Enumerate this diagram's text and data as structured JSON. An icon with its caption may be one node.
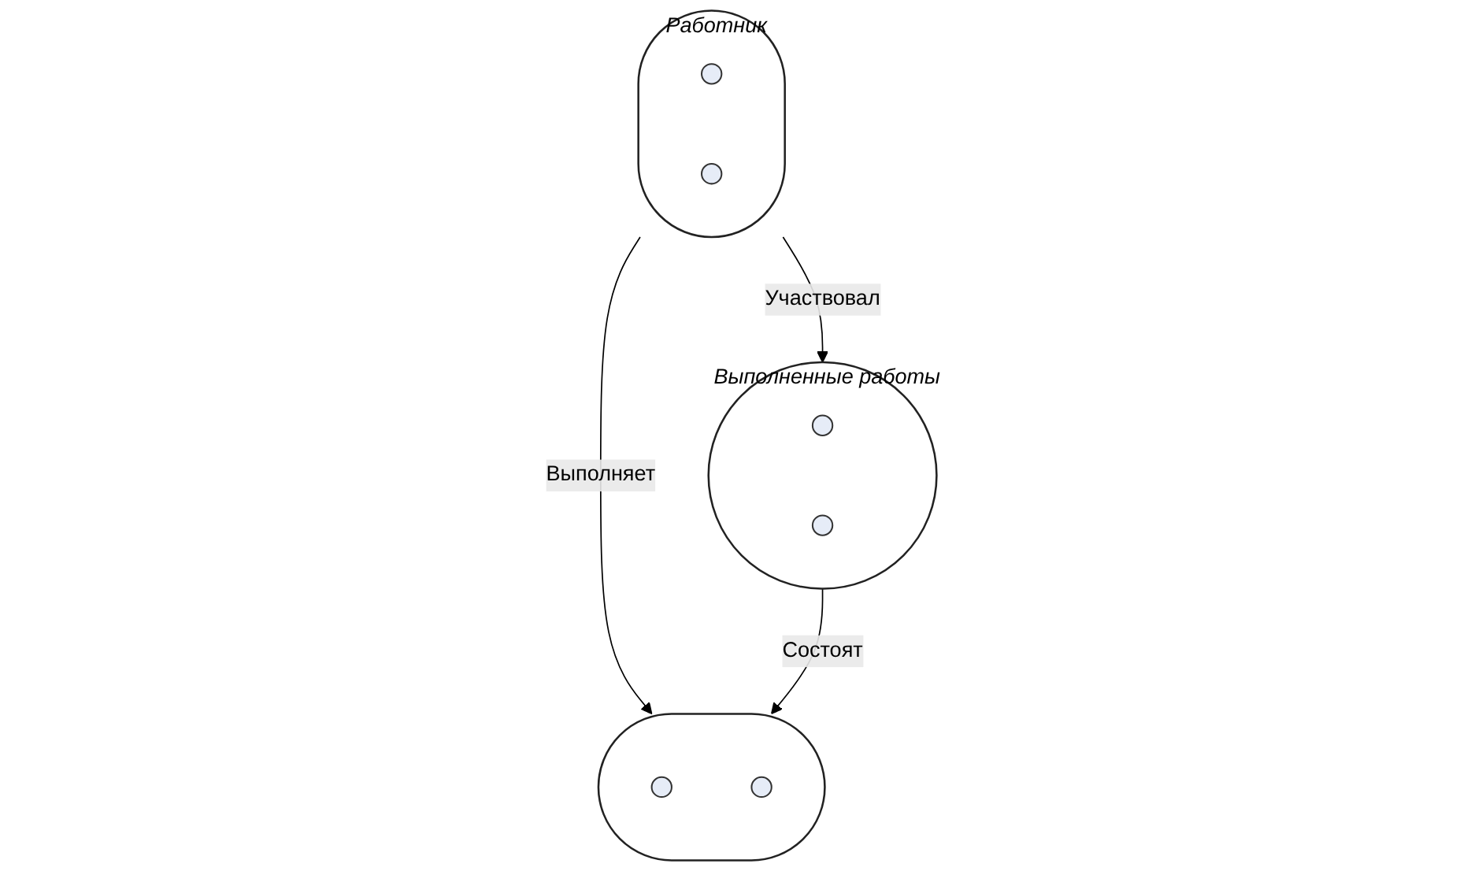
{
  "diagram": {
    "nodes": [
      {
        "text": [
          "Работник"
        ]
      },
      {
        "text": [],
        "shape": "circle",
        "in": 0
      },
      {
        "text": [],
        "shape": "circle",
        "in": 0
      },
      {
        "text": [
          "Выполненные работы"
        ]
      },
      {
        "text": [],
        "shape": "circle",
        "in": 3
      },
      {
        "text": [],
        "shape": "circle",
        "in": 3
      },
      {
        "text": [],
        "shape": "ellipse"
      },
      {
        "text": [],
        "shape": "circle",
        "in": 6
      },
      {
        "text": [],
        "shape": "circle",
        "in": 6
      }
    ],
    "edges": [
      {
        "from": 0,
        "to": 3,
        "arrow": "to",
        "label": "Участвовал"
      },
      {
        "from": 0,
        "to": 6,
        "arrow": "to",
        "label": "Выполняет"
      },
      {
        "from": 3,
        "to": 6,
        "arrow": "to",
        "label": "Состоят"
      }
    ]
  }
}
